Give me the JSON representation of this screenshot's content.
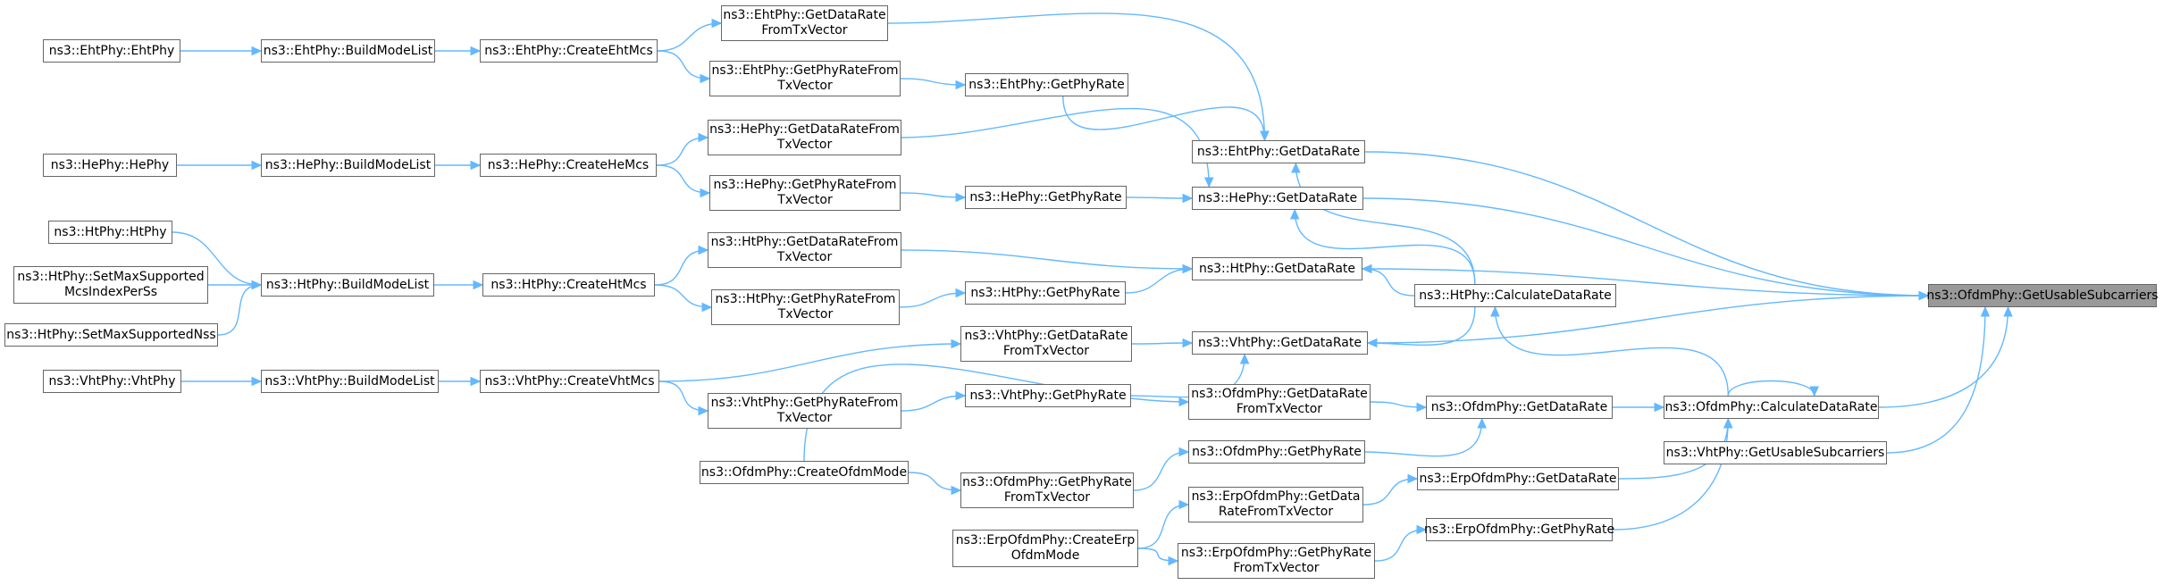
{
  "colors": {
    "edge": "#63b8ff",
    "node_border": "#666666",
    "node_fill": "#ffffff",
    "root_fill": "#999999"
  },
  "nodes": {
    "ehtphy_ehtphy": {
      "lines": [
        "ns3::EhtPhy::EhtPhy"
      ]
    },
    "ehtphy_buildmodelist": {
      "lines": [
        "ns3::EhtPhy::BuildModeList"
      ]
    },
    "ehtphy_createehtmcs": {
      "lines": [
        "ns3::EhtPhy::CreateEhtMcs"
      ]
    },
    "ehtphy_getdataratefromtxvector": {
      "lines": [
        "ns3::EhtPhy::GetDataRate",
        "FromTxVector"
      ]
    },
    "ehtphy_getphyratefromtxvector": {
      "lines": [
        "ns3::EhtPhy::GetPhyRateFrom",
        "TxVector"
      ]
    },
    "ehtphy_getphyrate": {
      "lines": [
        "ns3::EhtPhy::GetPhyRate"
      ]
    },
    "ehtphy_getdatarate": {
      "lines": [
        "ns3::EhtPhy::GetDataRate"
      ]
    },
    "hephy_hephy": {
      "lines": [
        "ns3::HePhy::HePhy"
      ]
    },
    "hephy_buildmodelist": {
      "lines": [
        "ns3::HePhy::BuildModeList"
      ]
    },
    "hephy_createhemcs": {
      "lines": [
        "ns3::HePhy::CreateHeMcs"
      ]
    },
    "hephy_getdataratefromtxvector": {
      "lines": [
        "ns3::HePhy::GetDataRateFrom",
        "TxVector"
      ]
    },
    "hephy_getphyratefromtxvector": {
      "lines": [
        "ns3::HePhy::GetPhyRateFrom",
        "TxVector"
      ]
    },
    "hephy_getphyrate": {
      "lines": [
        "ns3::HePhy::GetPhyRate"
      ]
    },
    "hephy_getdatarate": {
      "lines": [
        "ns3::HePhy::GetDataRate"
      ]
    },
    "htphy_htphy": {
      "lines": [
        "ns3::HtPhy::HtPhy"
      ]
    },
    "htphy_setmaxsupportedmcsindexperss": {
      "lines": [
        "ns3::HtPhy::SetMaxSupported",
        "McsIndexPerSs"
      ]
    },
    "htphy_setmaxsupportednss": {
      "lines": [
        "ns3::HtPhy::SetMaxSupportedNss"
      ]
    },
    "htphy_buildmodelist": {
      "lines": [
        "ns3::HtPhy::BuildModeList"
      ]
    },
    "htphy_createhtmcs": {
      "lines": [
        "ns3::HtPhy::CreateHtMcs"
      ]
    },
    "htphy_getdataratefromtxvector": {
      "lines": [
        "ns3::HtPhy::GetDataRateFrom",
        "TxVector"
      ]
    },
    "htphy_getphyratefromtxvector": {
      "lines": [
        "ns3::HtPhy::GetPhyRateFrom",
        "TxVector"
      ]
    },
    "htphy_getphyrate": {
      "lines": [
        "ns3::HtPhy::GetPhyRate"
      ]
    },
    "htphy_getdatarate": {
      "lines": [
        "ns3::HtPhy::GetDataRate"
      ]
    },
    "htphy_calculatedatarate": {
      "lines": [
        "ns3::HtPhy::CalculateDataRate"
      ]
    },
    "vhtphy_vhtphy": {
      "lines": [
        "ns3::VhtPhy::VhtPhy"
      ]
    },
    "vhtphy_buildmodelist": {
      "lines": [
        "ns3::VhtPhy::BuildModeList"
      ]
    },
    "vhtphy_createvhtmcs": {
      "lines": [
        "ns3::VhtPhy::CreateVhtMcs"
      ]
    },
    "vhtphy_getdataratefromtxvector": {
      "lines": [
        "ns3::VhtPhy::GetDataRate",
        "FromTxVector"
      ]
    },
    "vhtphy_getphyratefromtxvector": {
      "lines": [
        "ns3::VhtPhy::GetPhyRateFrom",
        "TxVector"
      ]
    },
    "vhtphy_getphyrate": {
      "lines": [
        "ns3::VhtPhy::GetPhyRate"
      ]
    },
    "vhtphy_getdatarate": {
      "lines": [
        "ns3::VhtPhy::GetDataRate"
      ]
    },
    "vhtphy_getusablesubcarriers": {
      "lines": [
        "ns3::VhtPhy::GetUsableSubcarriers"
      ]
    },
    "ofdmphy_createofdmmode": {
      "lines": [
        "ns3::OfdmPhy::CreateOfdmMode"
      ]
    },
    "ofdmphy_getdataratefromtxvector": {
      "lines": [
        "ns3::OfdmPhy::GetDataRate",
        "FromTxVector"
      ]
    },
    "ofdmphy_getphyrate": {
      "lines": [
        "ns3::OfdmPhy::GetPhyRate"
      ]
    },
    "ofdmphy_getphyratefromtxvector": {
      "lines": [
        "ns3::OfdmPhy::GetPhyRate",
        "FromTxVector"
      ]
    },
    "ofdmphy_getdatarate": {
      "lines": [
        "ns3::OfdmPhy::GetDataRate"
      ]
    },
    "ofdmphy_calculatedatarate": {
      "lines": [
        "ns3::OfdmPhy::CalculateDataRate"
      ]
    },
    "ofdmphy_getusablesubcarriers": {
      "lines": [
        "ns3::OfdmPhy::GetUsableSubcarriers"
      ]
    },
    "erpofdmphy_createerpofdmmode": {
      "lines": [
        "ns3::ErpOfdmPhy::CreateErp",
        "OfdmMode"
      ]
    },
    "erpofdmphy_getdataratefromtxvector": {
      "lines": [
        "ns3::ErpOfdmPhy::GetData",
        "RateFromTxVector"
      ]
    },
    "erpofdmphy_getphyratefromtxvector": {
      "lines": [
        "ns3::ErpOfdmPhy::GetPhyRate",
        "FromTxVector"
      ]
    },
    "erpofdmphy_getdatarate": {
      "lines": [
        "ns3::ErpOfdmPhy::GetDataRate"
      ]
    },
    "erpofdmphy_getphyrate": {
      "lines": [
        "ns3::ErpOfdmPhy::GetPhyRate"
      ]
    }
  }
}
